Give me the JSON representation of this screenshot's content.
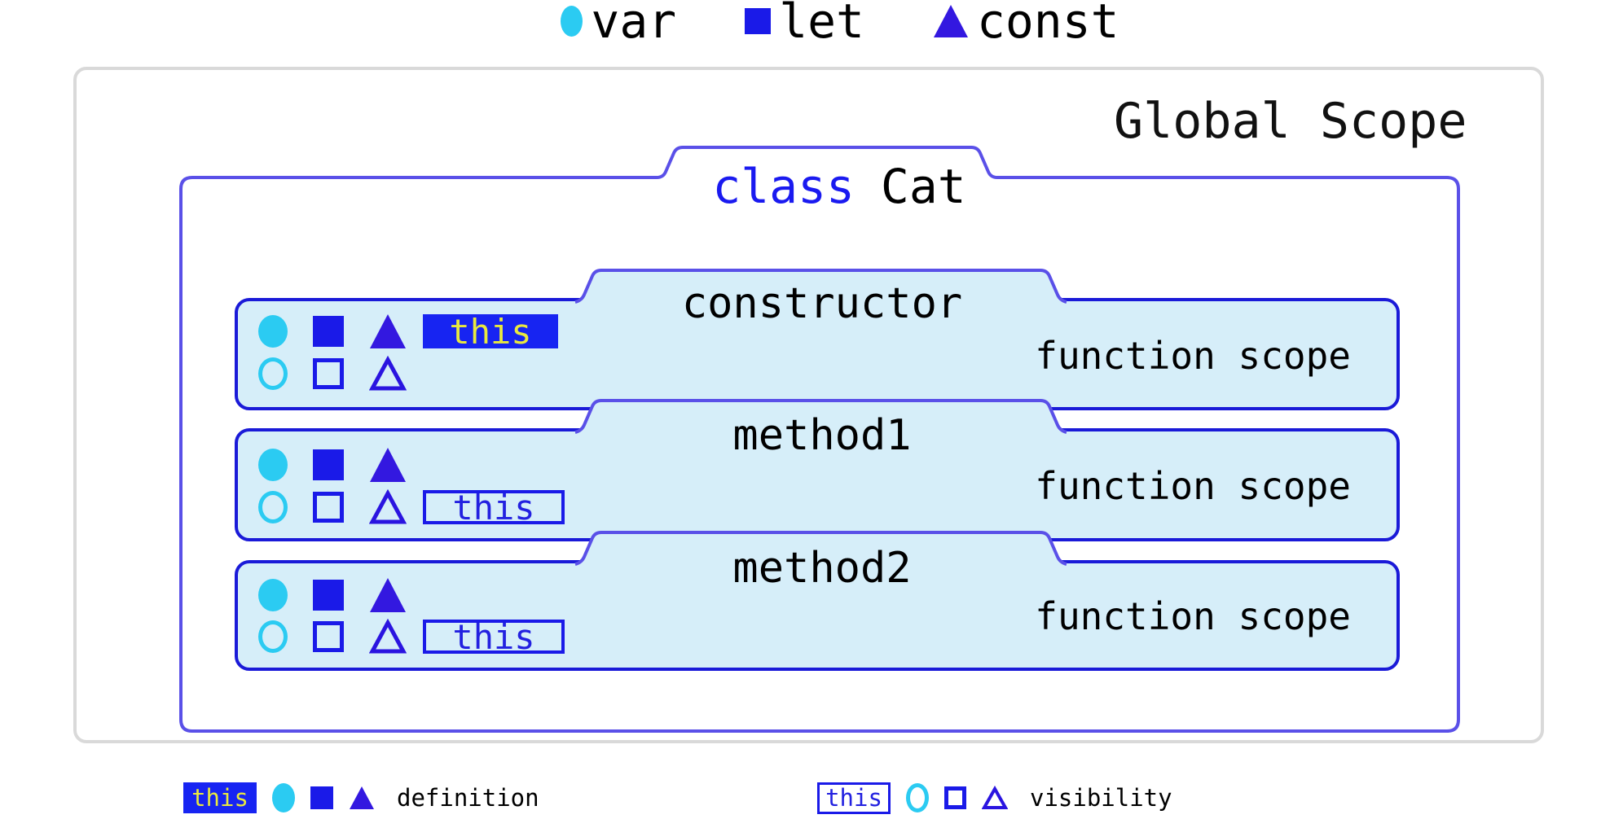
{
  "legend_top": {
    "items": [
      {
        "icon": "circle-filled",
        "label": "var"
      },
      {
        "icon": "square-filled",
        "label": "let"
      },
      {
        "icon": "triangle-filled",
        "label": "const"
      }
    ]
  },
  "global_scope": {
    "title": "Global Scope"
  },
  "class_scope": {
    "keyword": "class",
    "name": "Cat"
  },
  "function_scopes": [
    {
      "title": "constructor",
      "scope_label": "function scope",
      "this_label": "this",
      "this_style": "definition"
    },
    {
      "title": "method1",
      "scope_label": "function scope",
      "this_label": "this",
      "this_style": "visibility"
    },
    {
      "title": "method2",
      "scope_label": "function scope",
      "this_label": "this",
      "this_style": "visibility"
    }
  ],
  "legend_bottom": {
    "definition": {
      "this_label": "this",
      "label": "definition",
      "icons": [
        "circle-filled",
        "square-filled",
        "triangle-filled"
      ]
    },
    "visibility": {
      "this_label": "this",
      "label": "visibility",
      "icons": [
        "circle-outline",
        "square-outline",
        "triangle-outline"
      ]
    }
  },
  "colors": {
    "cyan": "#2bcbf2",
    "blue": "#1a1ae8",
    "triangle_blue": "#3318e0",
    "class_border": "#5a50e8",
    "function_border": "#1a1ad8",
    "function_fill": "#d6eef9",
    "global_border": "#d9d9d9",
    "this_yellow": "#e9e93e",
    "keyword_blue": "#1a1af0"
  }
}
